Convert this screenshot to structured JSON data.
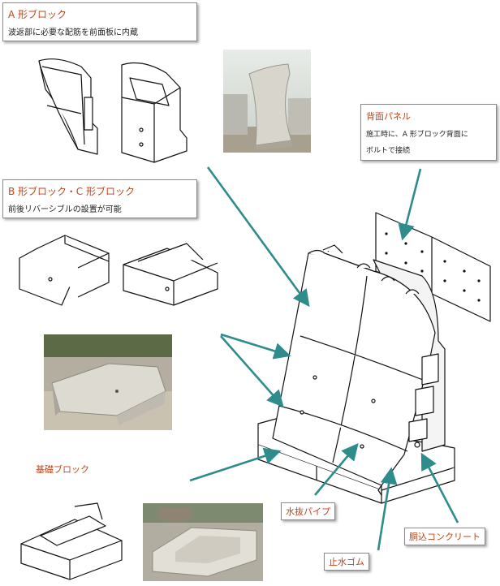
{
  "block_a": {
    "title": "A 形ブロック",
    "description": "波返部に必要な配筋を前面板に内蔵"
  },
  "block_bc": {
    "title": "B 形ブロック・C 形ブロック",
    "description": "前後リバーシブルの設置が可能"
  },
  "back_panel": {
    "title": "背面パネル",
    "description_line1": "施工時に、A 形ブロック背面に",
    "description_line2": "ボルトで接続"
  },
  "foundation_block": {
    "title": "基礎ブロック"
  },
  "callouts": {
    "drain_pipe": "水抜パイプ",
    "filling_concrete": "胴込コンクリート",
    "waterstop_rubber": "止水ゴム"
  },
  "colors": {
    "label_text": "#c0461a",
    "arrow": "#2e8c8c",
    "line_art": "#111111"
  }
}
